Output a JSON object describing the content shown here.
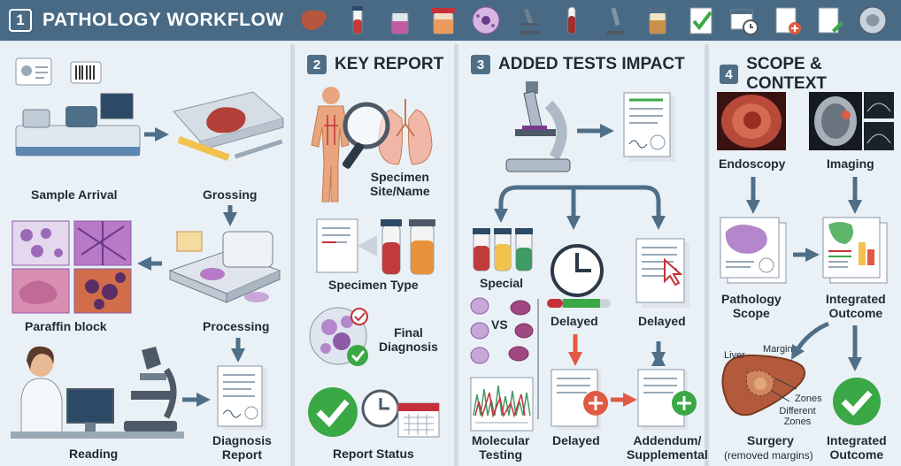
{
  "header": {
    "number": "1",
    "title": "PATHOLOGY WORKFLOW",
    "icons": [
      "liver-icon",
      "test-tube-icon",
      "vial-icon",
      "specimen-cup-icon",
      "cell-icon",
      "microscope-icon",
      "tube-icon",
      "microscope-small-icon",
      "jar-icon",
      "check-document-icon",
      "calendar-clock-icon",
      "report-plus-icon",
      "document-edit-icon",
      "brain-scan-icon",
      "monitor-report-icon"
    ]
  },
  "sections": [
    {
      "number": "2",
      "title": "KEY REPORT",
      "items": [
        "Specimen Site/Name",
        "Specimen Type",
        "Final Diagnosis",
        "Report Status"
      ]
    },
    {
      "number": "3",
      "title": "ADDED TESTS IMPACT",
      "items": [
        "Special",
        "VS",
        "Molecular Testing",
        "Delayed",
        "Delayed",
        "Delayed",
        "Addendum/ Supplemental"
      ]
    },
    {
      "number": "4",
      "title": "SCOPE & CONTEXT",
      "items": [
        "Endoscopy",
        "Imaging",
        "Pathology Scope",
        "Integrated Outcome",
        "Surgery",
        "(removed margins)",
        "Integrated Outcome"
      ],
      "annotations": [
        "Liver",
        "Margin",
        "Zones",
        "Different Zones"
      ]
    }
  ],
  "workflow": {
    "steps": [
      "Sample Arrival",
      "Grossing",
      "Processing",
      "Paraffin block",
      "Reading",
      "Diagnosis Report"
    ]
  },
  "colors": {
    "header": "#486a85",
    "panel": "#eaf1f6",
    "arrow": "#4f6f88",
    "check": "#39a845",
    "alert": "#e05a44"
  }
}
